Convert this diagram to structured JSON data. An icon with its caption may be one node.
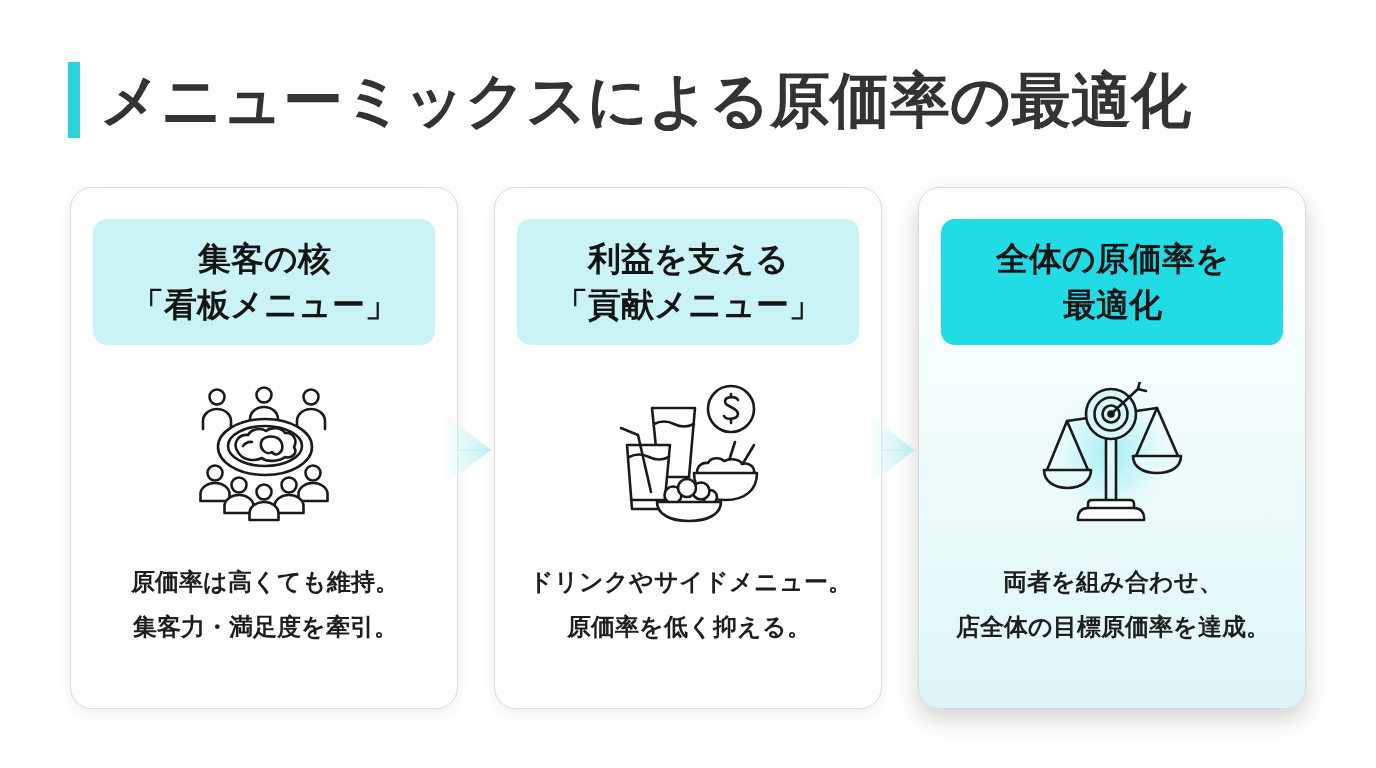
{
  "diagram": {
    "title": "メニューミックスによる原価率の最適化",
    "nodes": [
      {
        "text": [
          "集客の核「看板メニュー」",
          "原価率は高くても維持。集客力・満足度を牽引。"
        ]
      },
      {
        "text": [
          "利益を支える「貢献メニュー」",
          "ドリンクやサイドメニュー。原価率を低く抑える。"
        ]
      },
      {
        "text": [
          "全体の原価率を最適化",
          "両者を組み合わせ、店全体の目標原価率を達成。"
        ]
      }
    ],
    "edges": [
      {
        "from": 0,
        "to": 1,
        "arrow": "to"
      },
      {
        "from": 1,
        "to": 2,
        "arrow": "to"
      }
    ]
  }
}
